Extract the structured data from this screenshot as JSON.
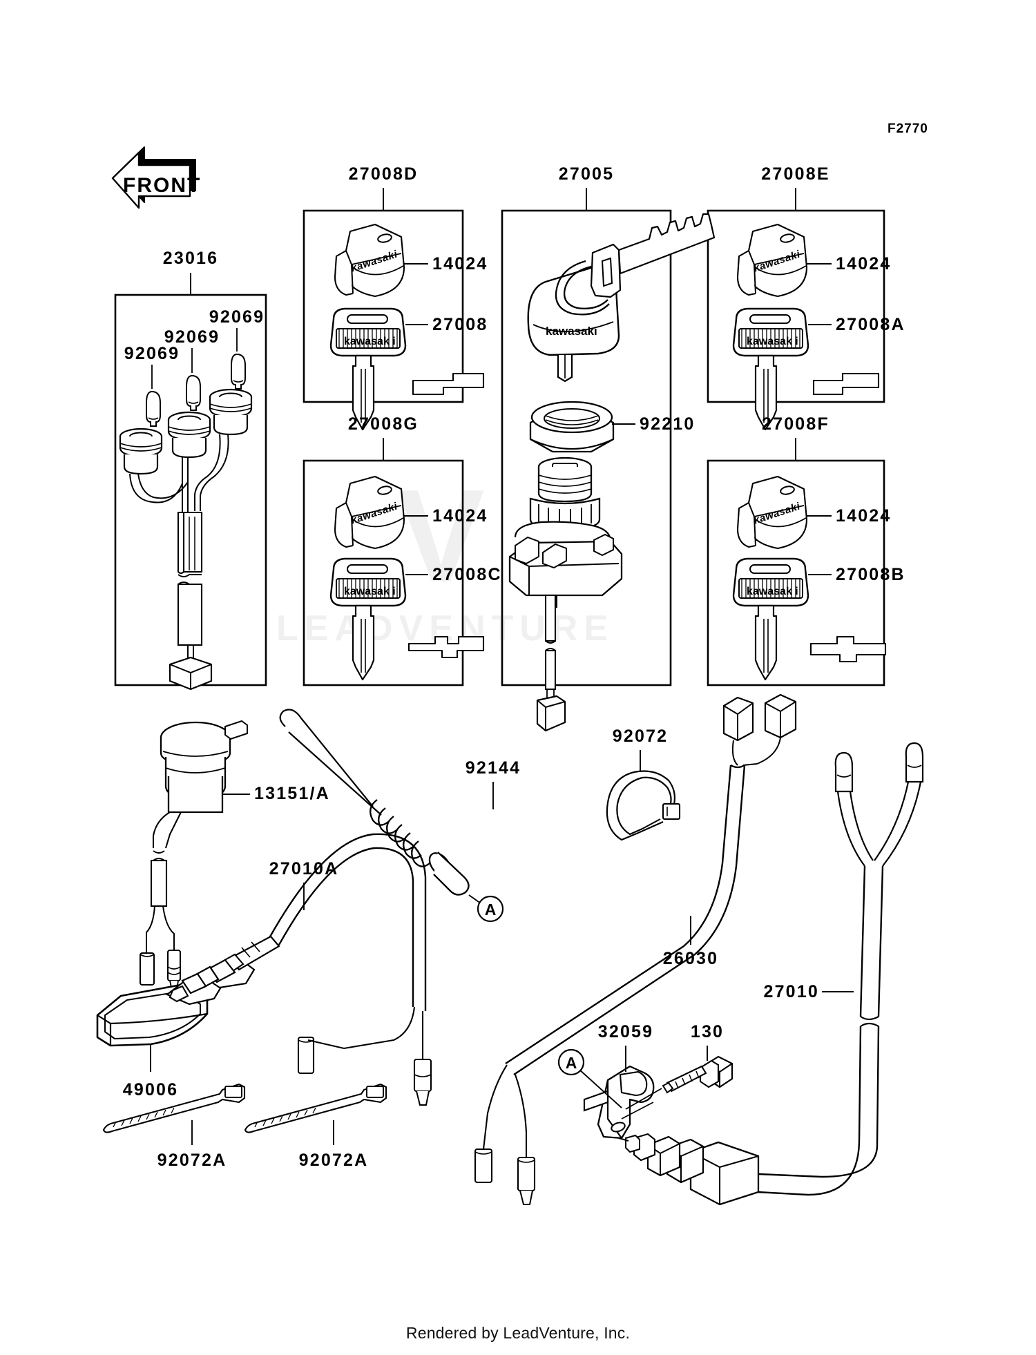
{
  "sheet": {
    "code": "F2770",
    "front_marker": "FRONT",
    "footer": "Rendered by LeadVenture, Inc.",
    "watermark_text": "LEADVENTURE",
    "watermark_mark": "V"
  },
  "panels": [
    {
      "id": "panel-27008d",
      "title": "27008D",
      "items": [
        {
          "ref": "14024",
          "kind": "key-cap"
        },
        {
          "ref": "27008",
          "kind": "key-blade"
        }
      ],
      "keycode_glyph": "step-right"
    },
    {
      "id": "panel-27005",
      "title": "27005",
      "items": [
        {
          "ref": "92210",
          "kind": "lock-nut"
        }
      ],
      "keycode_glyph": ""
    },
    {
      "id": "panel-27008e",
      "title": "27008E",
      "items": [
        {
          "ref": "14024",
          "kind": "key-cap"
        },
        {
          "ref": "27008A",
          "kind": "key-blade"
        }
      ],
      "keycode_glyph": "step-left"
    },
    {
      "id": "panel-27008g",
      "title": "27008G",
      "items": [
        {
          "ref": "14024",
          "kind": "key-cap"
        },
        {
          "ref": "27008C",
          "kind": "key-blade"
        }
      ],
      "keycode_glyph": "zigzag"
    },
    {
      "id": "panel-27008f",
      "title": "27008F",
      "items": [
        {
          "ref": "14024",
          "kind": "key-cap"
        },
        {
          "ref": "27008B",
          "kind": "key-blade"
        }
      ],
      "keycode_glyph": "zigzag-2"
    },
    {
      "id": "panel-23016",
      "title": "23016",
      "items": [
        {
          "ref": "92069",
          "kind": "bulb"
        },
        {
          "ref": "92069",
          "kind": "bulb"
        },
        {
          "ref": "92069",
          "kind": "bulb"
        }
      ],
      "keycode_glyph": ""
    }
  ],
  "labels": {
    "front": "FRONT",
    "p23016": "23016",
    "p92069_a": "92069",
    "p92069_b": "92069",
    "p92069_c": "92069",
    "p27008D": "27008D",
    "p27005": "27005",
    "p27008E": "27008E",
    "p27008G": "27008G",
    "p27008F": "27008F",
    "p14024_d": "14024",
    "p14024_e": "14024",
    "p14024_g": "14024",
    "p14024_f": "14024",
    "p27008": "27008",
    "p27008A": "27008A",
    "p27008B": "27008B",
    "p27008C": "27008C",
    "p92210": "92210",
    "p13151A": "13151/A",
    "p27010A": "27010A",
    "p92144": "92144",
    "p92072": "92072",
    "p26030": "26030",
    "p27010": "27010",
    "p49006": "49006",
    "p92072A_left": "92072A",
    "p92072A_right": "92072A",
    "p32059": "32059",
    "p130": "130",
    "ref_a_top": "A",
    "ref_a_bottom": "A",
    "kawasaki_cap": "kawasaki",
    "kawasaki_key": "kawasak i",
    "kawasaki_fob": "kawasaki"
  },
  "colors": {
    "line": "#000000",
    "fill": "#ffffff",
    "watermark": "#f0f0f0",
    "text": "#000000"
  }
}
